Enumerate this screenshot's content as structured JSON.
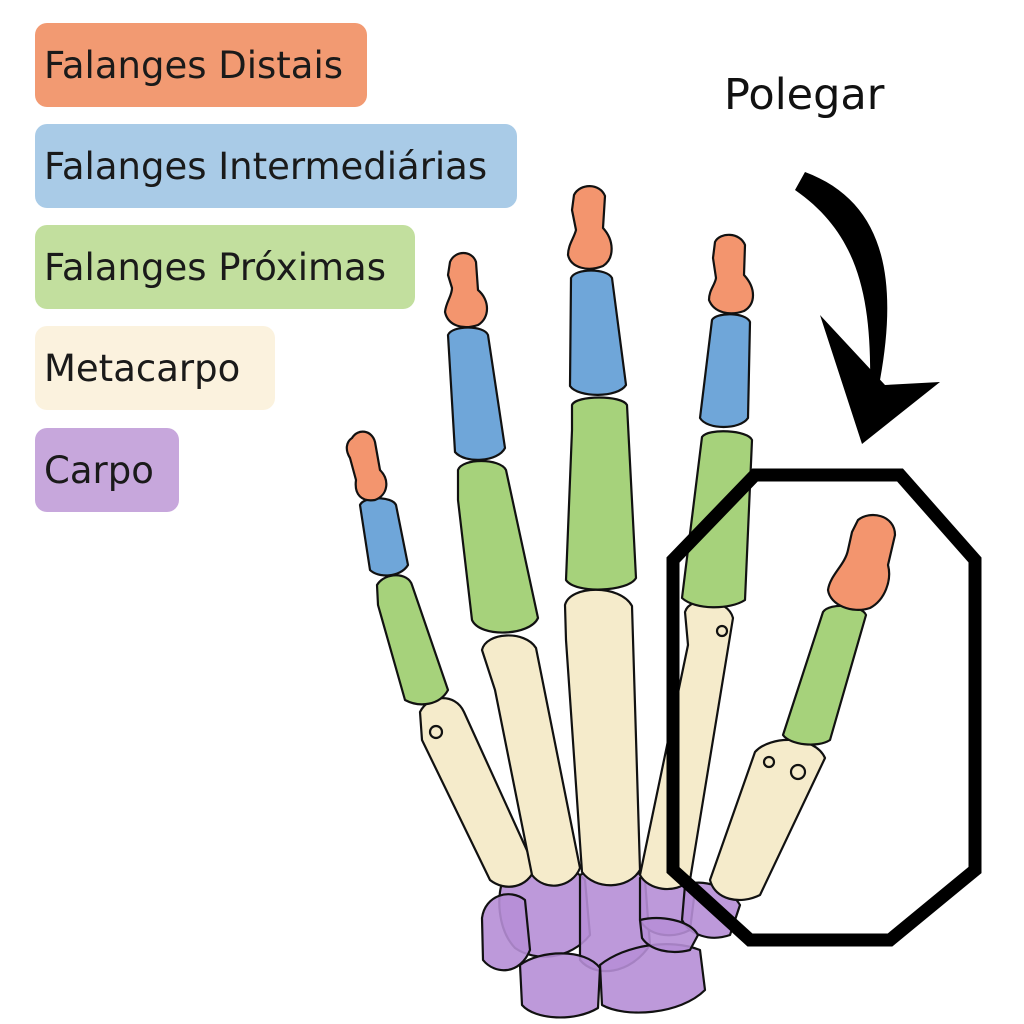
{
  "legend": [
    {
      "label": "Falanges Distais",
      "color": "#F29A72"
    },
    {
      "label": "Falanges Intermediárias",
      "color": "#A9CBE7"
    },
    {
      "label": "Falanges Próximas",
      "color": "#C2DF9E"
    },
    {
      "label": "Metacarpo",
      "color": "#FBF2DE"
    },
    {
      "label": "Carpo",
      "color": "#C7A7DC"
    }
  ],
  "thumb_label": "Polegar",
  "bone_colors": {
    "distal": "#F3956E",
    "intermediate": "#6FA6D9",
    "proximal": "#A6D27B",
    "metacarpal": "#F5EBCB",
    "carpal": "#B68ED6"
  },
  "highlight_color": "#000000"
}
